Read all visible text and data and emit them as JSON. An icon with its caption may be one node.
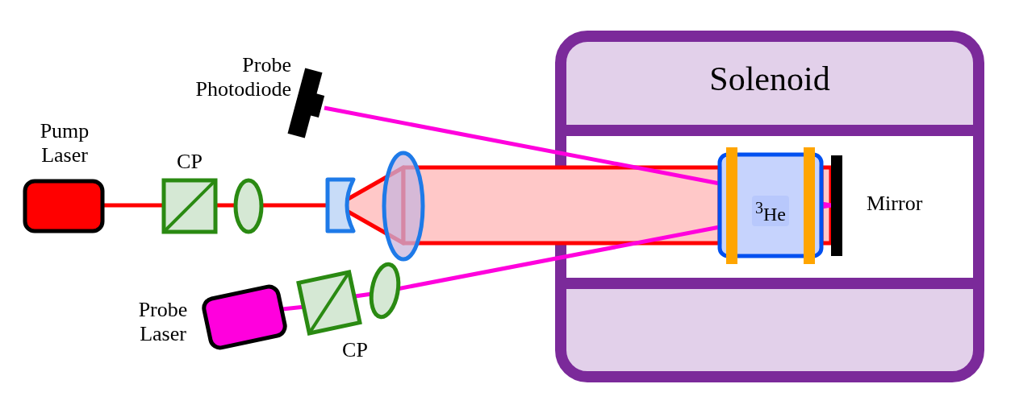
{
  "diagram": {
    "nodes": [
      {
        "text": [
          "Pump Laser"
        ]
      },
      {
        "text": [
          "CP"
        ]
      },
      {
        "text": [],
        "shape": "lens"
      },
      {
        "text": [],
        "shape": "lens"
      },
      {
        "text": [],
        "shape": "lens"
      },
      {
        "text": [
          "Solenoid"
        ]
      },
      {
        "text": [
          "$^{3}$He"
        ],
        "in": 5
      },
      {
        "text": [
          "Mirror"
        ],
        "in": 5
      },
      {
        "text": [
          "Probe Photodiode"
        ]
      },
      {
        "text": [
          "Probe Laser"
        ]
      },
      {
        "text": [
          "CP"
        ]
      },
      {
        "text": [],
        "shape": "lens"
      }
    ],
    "edges": [
      {
        "from": 0,
        "to": 1,
        "arrow": "none",
        "color": "#ff0000"
      },
      {
        "from": 1,
        "to": 2,
        "arrow": "none",
        "color": "#ff0000"
      },
      {
        "from": 2,
        "to": 3,
        "arrow": "none",
        "color": "#ff0000"
      },
      {
        "from": 3,
        "to": 4,
        "arrow": "none",
        "style": "thick",
        "color": "#ff0000"
      },
      {
        "from": 4,
        "to": 6,
        "arrow": "none",
        "style": "thick",
        "color": "#ff0000"
      },
      {
        "from": 6,
        "to": 7,
        "arrow": "none",
        "style": "thick",
        "color": "#ff0000"
      },
      {
        "from": 9,
        "to": 10,
        "arrow": "none",
        "color": "#ff00dd"
      },
      {
        "from": 10,
        "to": 11,
        "arrow": "none",
        "color": "#ff00dd"
      },
      {
        "from": 11,
        "to": 6,
        "arrow": "none",
        "color": "#ff00dd"
      },
      {
        "from": 6,
        "to": 7,
        "arrow": "none",
        "color": "#ff00dd"
      },
      {
        "from": 7,
        "to": 6,
        "arrow": "none",
        "color": "#ff00dd"
      },
      {
        "from": 6,
        "to": 8,
        "arrow": "none",
        "color": "#ff00dd"
      }
    ]
  }
}
